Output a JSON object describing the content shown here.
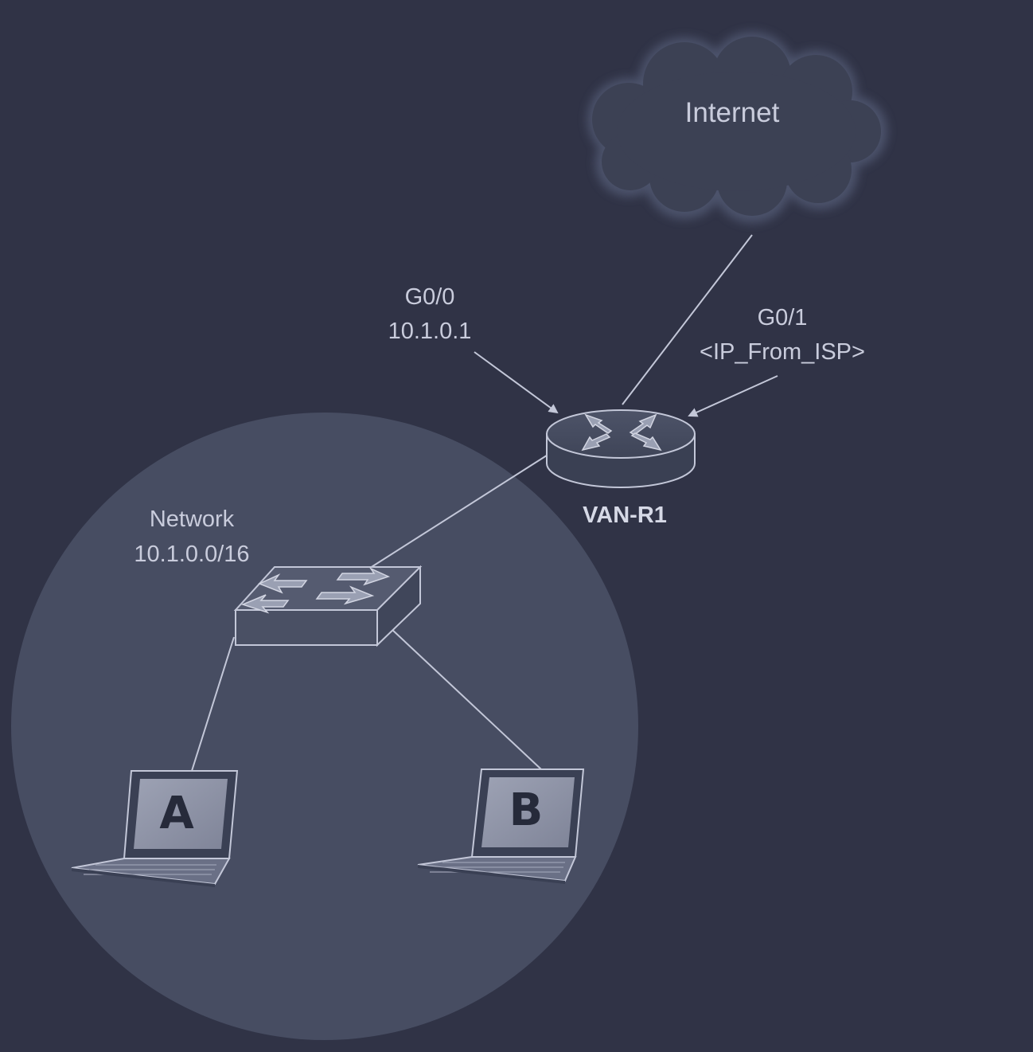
{
  "diagram": {
    "cloud_label": "Internet",
    "router": {
      "name": "VAN-R1",
      "g00": {
        "iface": "G0/0",
        "ip": "10.1.0.1"
      },
      "g01": {
        "iface": "G0/1",
        "ip": "<IP_From_ISP>"
      }
    },
    "network": {
      "label": "Network",
      "cidr": "10.1.0.0/16"
    },
    "laptops": [
      {
        "label": "A"
      },
      {
        "label": "B"
      }
    ],
    "colors": {
      "background": "#303346",
      "network_zone": "#474d62",
      "cloud": "#3c4154",
      "lines": "#c3c7d8",
      "laptop_screen": "#8e93a6"
    }
  }
}
